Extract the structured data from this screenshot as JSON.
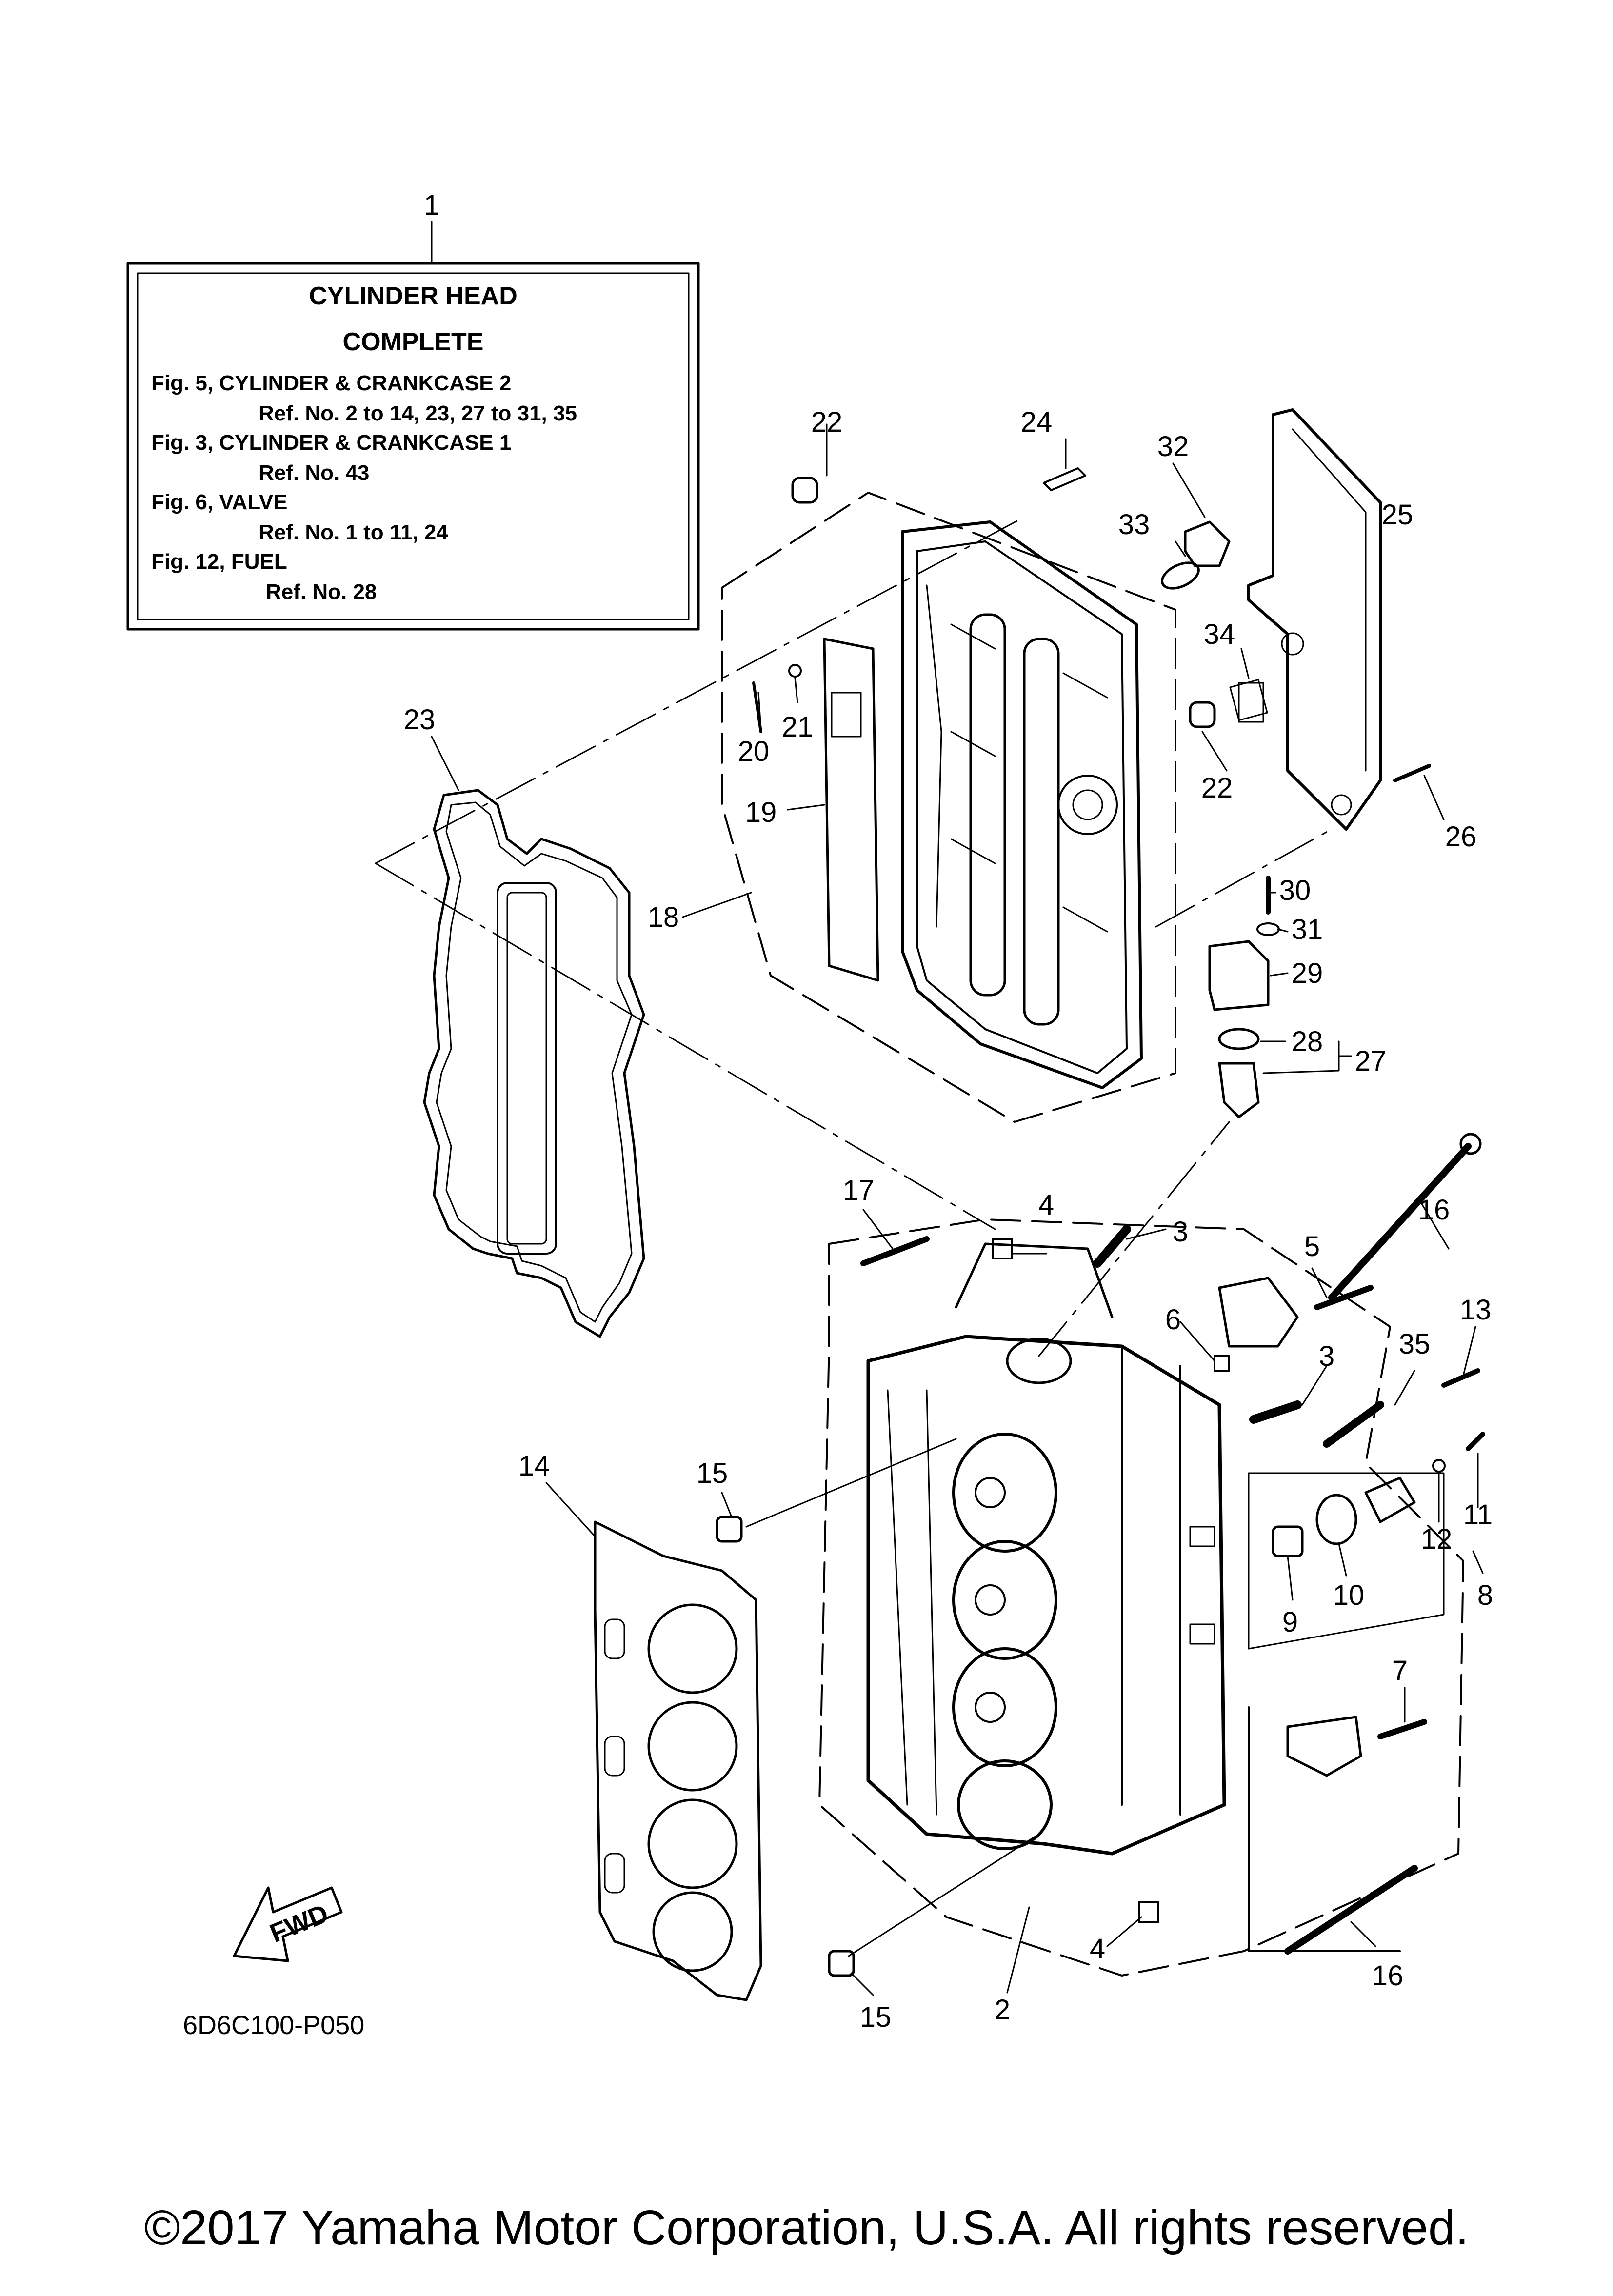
{
  "info_box": {
    "title_line1": "CYLINDER HEAD",
    "title_line2": "COMPLETE",
    "lines": [
      "Fig. 5, CYLINDER & CRANKCASE 2",
      "Ref. No. 2 to 14, 23, 27 to 31, 35",
      "Fig. 3, CYLINDER & CRANKCASE 1",
      "Ref. No. 43",
      "Fig. 6, VALVE",
      "Ref. No. 1 to 11, 24",
      "Fig. 12, FUEL",
      "Ref. No. 28"
    ]
  },
  "callouts": [
    "1",
    "22",
    "24",
    "32",
    "33",
    "25",
    "34",
    "21",
    "20",
    "22",
    "26",
    "23",
    "19",
    "18",
    "30",
    "31",
    "29",
    "28",
    "27",
    "17",
    "4",
    "3",
    "16",
    "5",
    "6",
    "3",
    "13",
    "35",
    "14",
    "15",
    "12",
    "11",
    "9",
    "10",
    "8",
    "7",
    "4",
    "16",
    "15",
    "2"
  ],
  "fwd_label": "FWD",
  "diagram_code": "6D6C100-P050",
  "copyright": "©2017 Yamaha Motor Corporation, U.S.A. All rights reserved."
}
